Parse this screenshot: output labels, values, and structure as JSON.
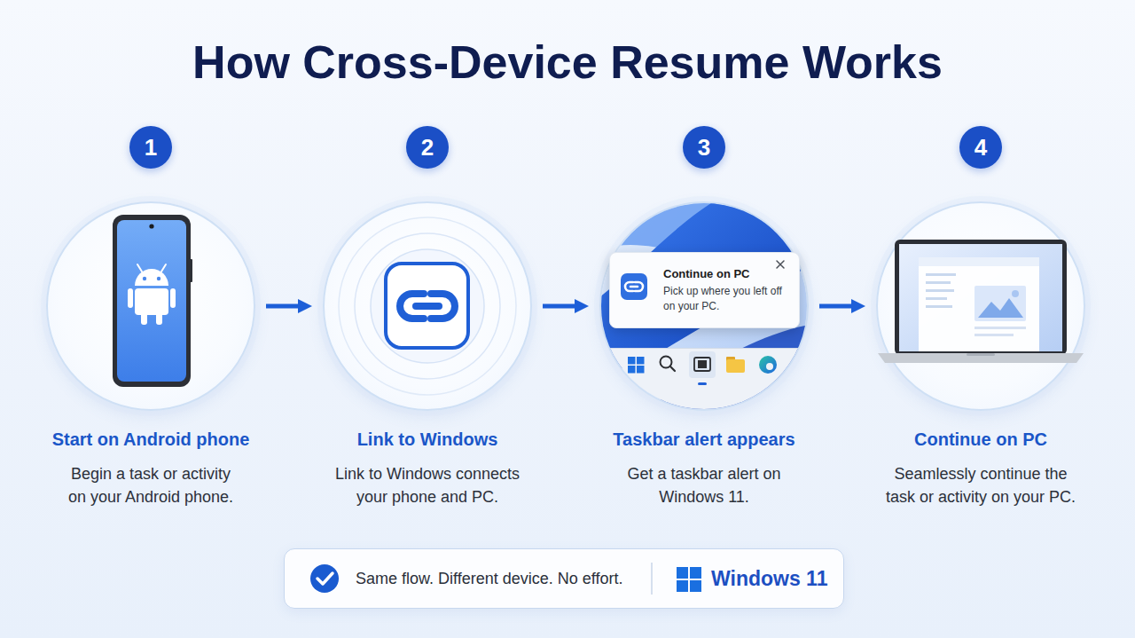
{
  "diagram": {
    "title": "How Cross-Device Resume Works",
    "nodes": [
      {
        "text": [
          "1"
        ]
      },
      {
        "text": [
          "Start on Android phone",
          "Begin a task or activity on your Android phone."
        ]
      },
      {
        "text": [
          "2"
        ]
      },
      {
        "text": [
          "Link to Windows",
          "Link to Windows connects your phone and PC."
        ]
      },
      {
        "text": [
          "3"
        ]
      },
      {
        "text": [
          "Taskbar alert appears",
          "Get a taskbar alert on Windows 11."
        ]
      },
      {
        "text": [
          "Continue on PC",
          "Pick up where you left off on your PC."
        ],
        "in": 5
      },
      {
        "text": [
          "4"
        ]
      },
      {
        "text": [
          "Continue on PC",
          "Seamlessly continue the task or activity on your PC."
        ]
      },
      {
        "text": [
          "Same flow. Different device. No effort.",
          "Windows 11"
        ]
      }
    ],
    "edges": [
      {
        "from": 1,
        "to": 3,
        "arrow": "to"
      },
      {
        "from": 3,
        "to": 5,
        "arrow": "to"
      },
      {
        "from": 5,
        "to": 8,
        "arrow": "to"
      }
    ]
  }
}
